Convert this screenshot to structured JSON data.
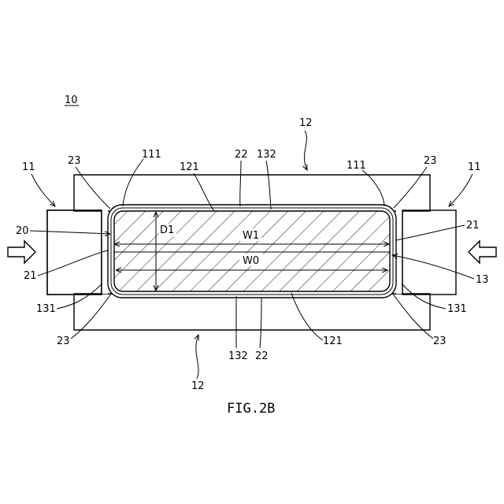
{
  "figure": {
    "caption": "FIG.2B",
    "ref_main": "10",
    "labels": {
      "l12_top": "12",
      "l12_bottom": "12",
      "l11_left": "11",
      "l11_right": "11",
      "l23_tl": "23",
      "l23_tr": "23",
      "l23_bl": "23",
      "l23_br": "23",
      "l111_left": "111",
      "l111_right": "111",
      "l121_top": "121",
      "l121_bottom": "121",
      "l22_top": "22",
      "l22_bottom": "22",
      "l132_top": "132",
      "l132_bottom": "132",
      "l20": "20",
      "l21_left": "21",
      "l21_right": "21",
      "l13": "13",
      "l131_left": "131",
      "l131_right": "131",
      "d1": "D1",
      "w1": "W1",
      "w0": "W0"
    }
  }
}
